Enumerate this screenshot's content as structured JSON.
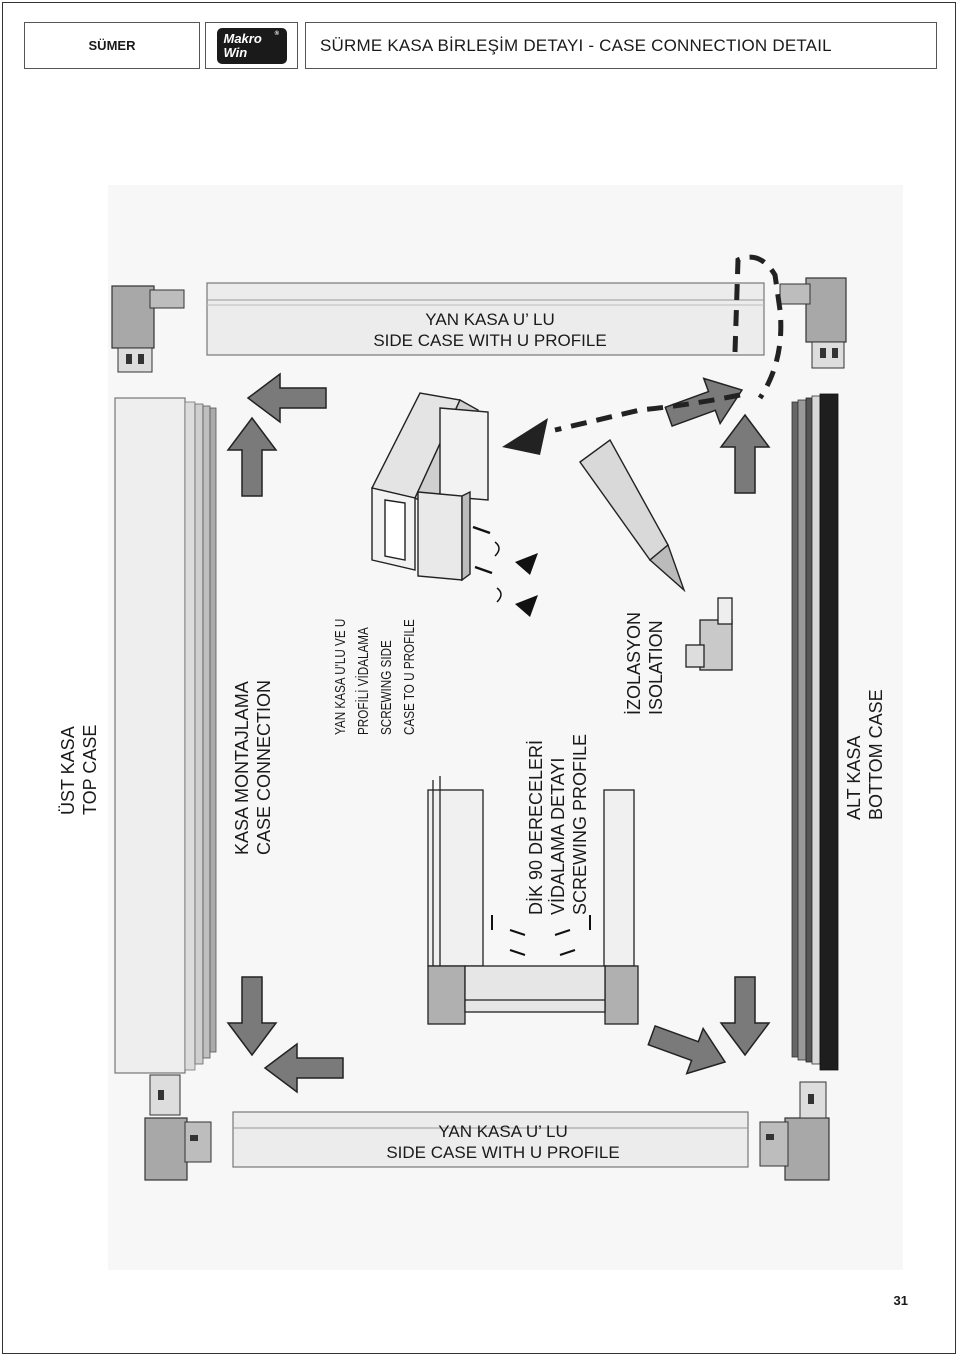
{
  "header": {
    "brand": "SÜMER",
    "logo_line1": "Makro",
    "logo_line2": "Win",
    "logo_mark": "®",
    "title": "SÜRME KASA BİRLEŞİM DETAYI - CASE CONNECTION DETAIL"
  },
  "labels": {
    "top_side_case_tr": "YAN KASA U’ LU",
    "top_side_case_en": "SIDE CASE WITH U PROFILE",
    "bottom_side_case_tr": "YAN KASA U’ LU",
    "bottom_side_case_en": "SIDE CASE WITH U PROFILE",
    "top_case_tr": "ÜST KASA",
    "top_case_en": "TOP CASE",
    "case_conn_tr": "KASA MONTAJLAMA",
    "case_conn_en": "CASE CONNECTION",
    "screw_1": "YAN KASA U'LU VE U",
    "screw_2": "PROFİLİ VİDALAMA",
    "screw_3": "SCREWING SIDE",
    "screw_4": "CASE TO U PROFILE",
    "dik_1": "DİK 90 DERECELERİ",
    "dik_2": "VİDALAMA DETAYI",
    "dik_3": "SCREWING PROFILE",
    "iso_tr": "İZOLASYON",
    "iso_en": "ISOLATION",
    "bottom_case_tr": "ALT KASA",
    "bottom_case_en": "BOTTOM CASE"
  },
  "page_number": "31",
  "colors": {
    "arrow_fill": "#7a7a7a",
    "profile_light": "#e8e8e8",
    "profile_dark": "#1e1e1e",
    "corner_gray": "#a8a8a8"
  }
}
